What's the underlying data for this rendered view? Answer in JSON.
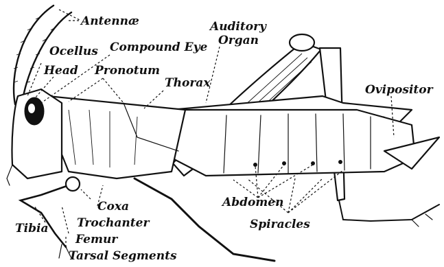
{
  "labels": {
    "antennae": "Antennæ",
    "ocellus": "Ocellus",
    "compound_eye": "Compound Eye",
    "head": "Head",
    "pronotum": "Pronotum",
    "thorax": "Thorax",
    "auditory_organ_line1": "Auditory",
    "auditory_organ_line2": "Organ",
    "ovipositor": "Ovipositor",
    "coxa": "Coxa",
    "trochanter": "Trochanter",
    "abdomen": "Abdomen",
    "tibia": "Tibia",
    "femur": "Femur",
    "spiracles": "Spiracles",
    "tarsal_segments": "Tarsal Segments"
  }
}
